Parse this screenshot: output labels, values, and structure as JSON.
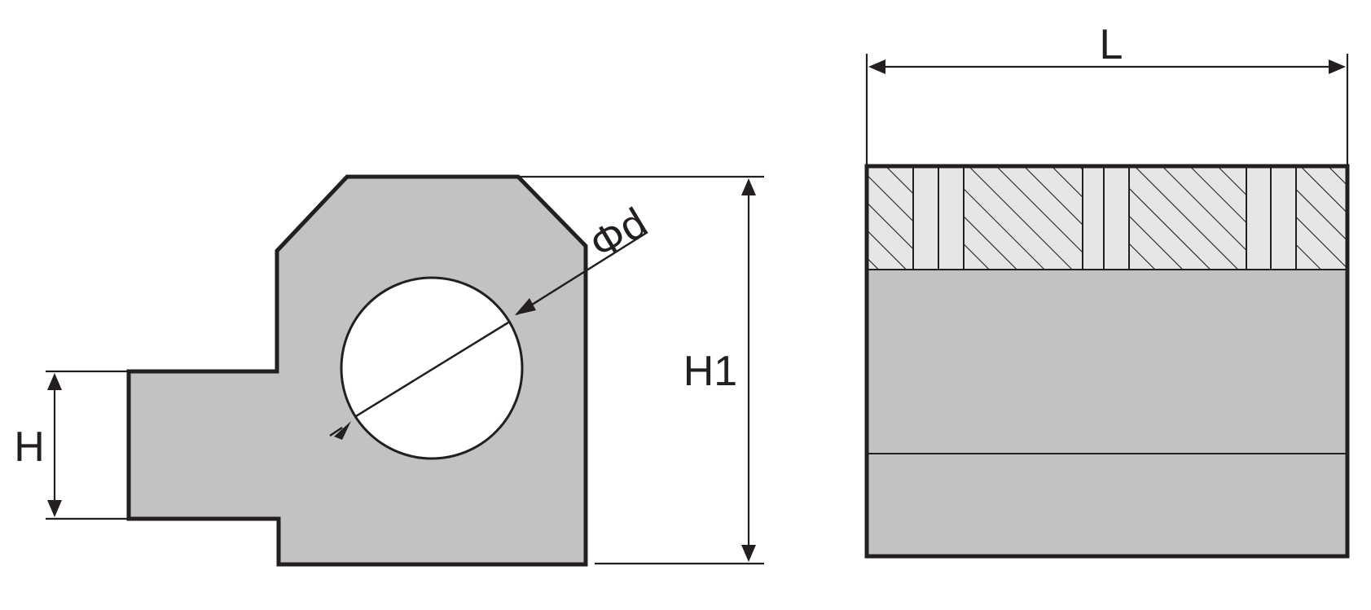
{
  "labels": {
    "height_short": "H",
    "height_total": "H1",
    "diameter": "Φd",
    "length": "L"
  },
  "colors": {
    "outline": "#231f20",
    "fill_gray": "#c2c2c2",
    "fill_light": "#e6e6e6",
    "background": "#ffffff"
  }
}
